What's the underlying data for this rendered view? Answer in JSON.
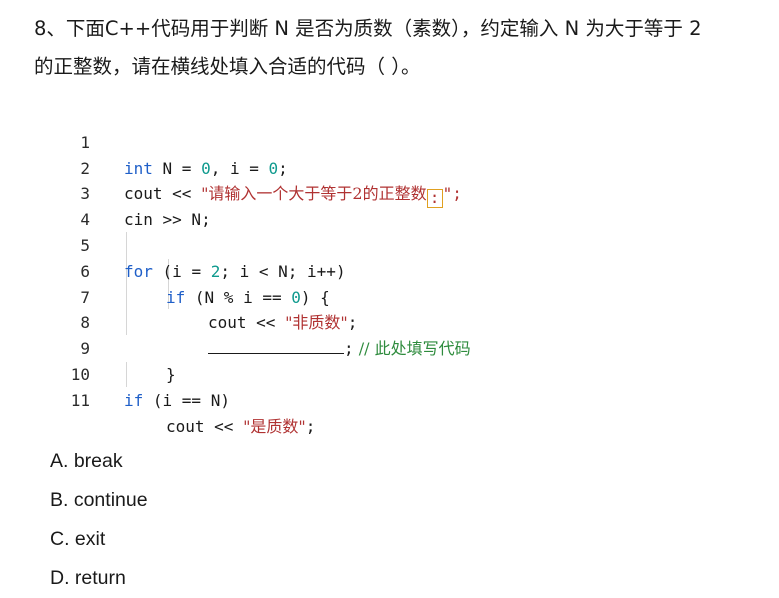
{
  "question": {
    "line1": "8、下面C++代码用于判断 N 是否为质数（素数），约定输入 N 为大于等于 2",
    "line2": "的正整数，请在横线处填入合适的代码（ ）。"
  },
  "code": {
    "line_numbers": [
      "1",
      "2",
      "3",
      "4",
      "5",
      "6",
      "7",
      "8",
      "9",
      "10",
      "11"
    ],
    "l1": [
      "int",
      " N = ",
      "0",
      ", i = ",
      "0",
      ";"
    ],
    "l2": [
      "cout << ",
      "\"请输入一个大于等于2的正整数",
      ":",
      "\";"
    ],
    "l3": "cin >> N;",
    "l5": [
      "for",
      " (i = ",
      "2",
      "; i < N; i++)"
    ],
    "l6": [
      "if",
      " (N % i == ",
      "0",
      ") {"
    ],
    "l7": [
      "cout << ",
      "\"非质数\"",
      ";"
    ],
    "l8": [
      ";",
      " // 此处填写代码"
    ],
    "l9": "}",
    "l10": [
      "if",
      " (i == N)"
    ],
    "l11": [
      "cout << ",
      "\"是质数\"",
      ";"
    ]
  },
  "options": {
    "a": "A. break",
    "b": "B. continue",
    "c": "C. exit",
    "d": "D. return"
  }
}
